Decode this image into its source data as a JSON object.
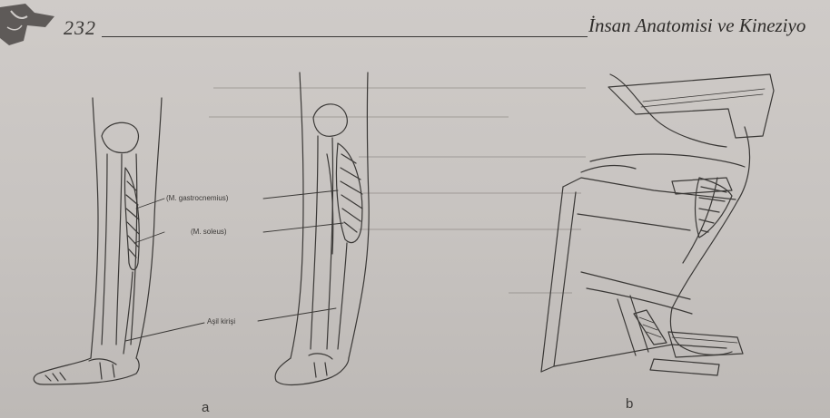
{
  "header": {
    "page_number": "232",
    "running_title": "İnsan Anatomisi ve Kineziyo"
  },
  "figure": {
    "labels": {
      "gastrocnemius": "(M. gastrocnemius)",
      "soleus": "(M. soleus)",
      "achilles": "Aşil kirişi"
    },
    "panels": {
      "a": "a",
      "b": "b"
    }
  }
}
